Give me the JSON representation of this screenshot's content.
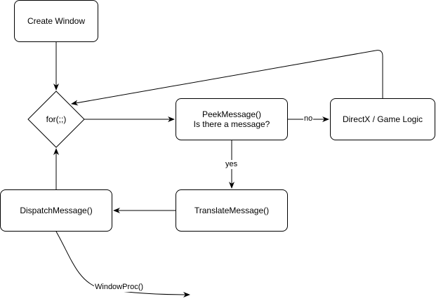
{
  "nodes": {
    "create_window": "Create Window",
    "for_loop": "for(;;)",
    "peek_line1": "PeekMessage()",
    "peek_line2": "Is there a message?",
    "directx": "DirectX / Game Logic",
    "translate": "TranslateMessage()",
    "dispatch": "DispatchMessage()"
  },
  "edge_labels": {
    "no": "no",
    "yes": "yes",
    "window_proc": "WindowProc()"
  },
  "colors": {
    "stroke": "#000000",
    "fill": "#ffffff",
    "text": "#000000"
  }
}
